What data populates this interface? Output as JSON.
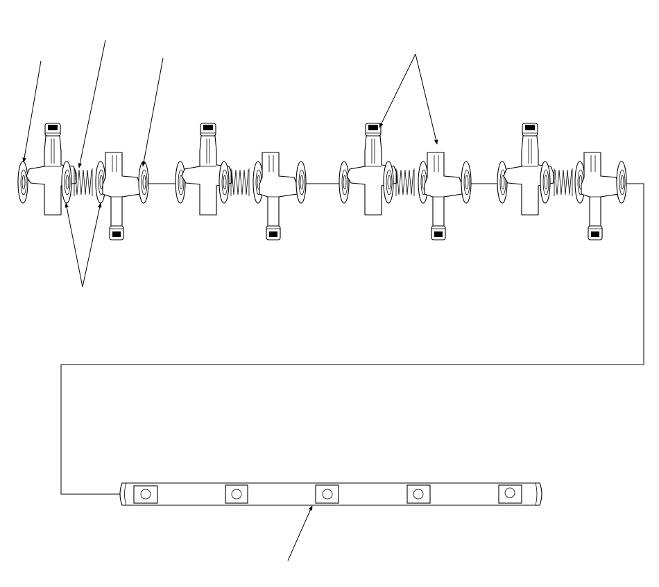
{
  "diagram": {
    "description_labels": [],
    "assemblies": [
      {
        "id": "assembly-1"
      },
      {
        "id": "assembly-2"
      },
      {
        "id": "assembly-3"
      },
      {
        "id": "assembly-4"
      }
    ],
    "shaft": {
      "bolt_count": 5
    }
  }
}
